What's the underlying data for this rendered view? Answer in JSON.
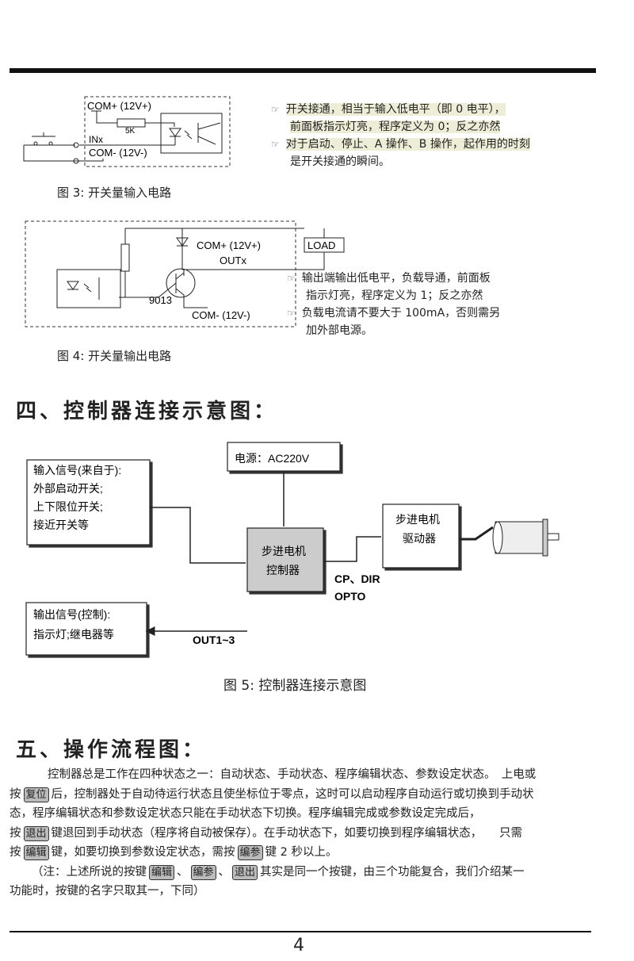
{
  "fig3": {
    "com_plus": "COM+ (12V+)",
    "com_minus": "COM- (12V-)",
    "inx": "INx",
    "resistor": "5K",
    "caption": "图 3:  开关量输入电路",
    "notes": [
      "开关接通，相当于输入低电平（即 0 电平），",
      "前面板指示灯亮，程序定义为 0；反之亦然",
      "对于启动、停止、A 操作、B 操作，起作用的时刻",
      "是开关接通的瞬间。"
    ]
  },
  "fig4": {
    "com_plus": "COM+ (12V+)",
    "com_minus": "COM- (12V-)",
    "outx": "OUTx",
    "transistor": "9013",
    "load": "LOAD",
    "caption": "图 4:  开关量输出电路",
    "notes": [
      "输出端输出低电平，负载导通，前面板",
      "指示灯亮，程序定义为 1；反之亦然",
      "负载电流请不要大于 100mA，否则需另",
      "加外部电源。"
    ]
  },
  "section4": {
    "heading": "四、控制器连接示意图："
  },
  "fig5": {
    "power": "电源：AC220V",
    "input": [
      "输入信号(来自于):",
      "外部启动开关;",
      "上下限位开关;",
      "接近开关等"
    ],
    "controller": [
      "步进电机",
      "控制器"
    ],
    "driver": [
      "步进电机",
      "驱动器"
    ],
    "output": [
      "输出信号(控制):",
      "指示灯;继电器等"
    ],
    "cp_dir": "CP、DIR",
    "opto": "OPTO",
    "out": "OUT1~3",
    "caption": "图 5: 控制器连接示意图"
  },
  "section5": {
    "heading": "五、操作流程图：",
    "p1a": "控制器总是工作在四种状态之一：自动状态、手动状态、程序编辑状态、参数设定状态。　上电或",
    "p1b_pre": "按",
    "key_reset": "复位",
    "p1b_post": "后，控制器处于自动待运行状态且使坐标位于零点，这时可以启动程序自动运行或切换到手动状",
    "p1c": "态，程序编辑状态和参数设定状态只能在手动状态下切换。程序编辑完成或参数设定完成后，",
    "p1d_pre": "按",
    "key_exit": "退出",
    "p1d_post": "键退回到手动状态（程序将自动被保存）。在手动状态下，如要切换到程序编辑状态，　　只需",
    "p1e_pre": "按",
    "key_edit": "编辑",
    "p1e_mid": "键，如要切换到参数设定状态，需按",
    "key_param": "编参",
    "p1e_post": "键 2 秒以上。",
    "p2a_pre": "（注：上述所说的按键",
    "sep": "、",
    "p2a_post": "其实是同一个按键，由三个功能复合，我们介绍某一",
    "p2b": "功能时，按键的名字只取其一，下同）"
  },
  "page_number": "4"
}
